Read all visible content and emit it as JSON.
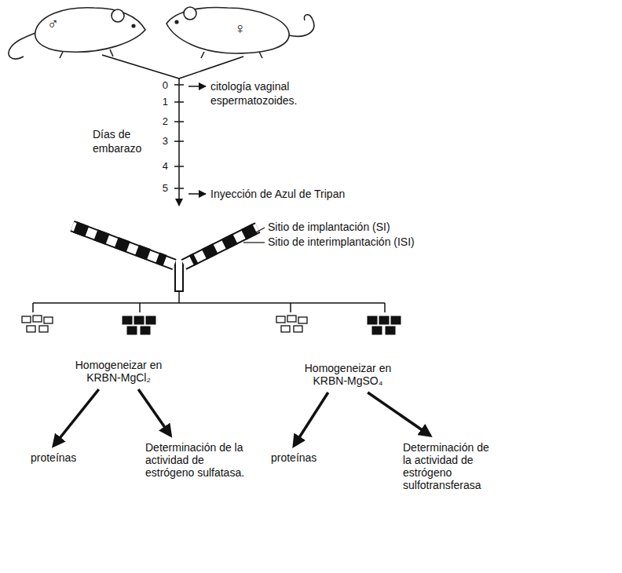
{
  "diagram": {
    "nodes": [
      {
        "text": [
          "Homogeneizar en KRBN-MgCl₂"
        ]
      },
      {
        "text": [
          "proteínas"
        ]
      },
      {
        "text": [
          "Determinación de la actividad de estrógeno sulfatasa."
        ]
      },
      {
        "text": [
          "Homogeneizar en KRBN-MgSO₄"
        ]
      },
      {
        "text": [
          "proteínas"
        ]
      },
      {
        "text": [
          "Determinación de la actividad de estrógeno sulfotransferasa"
        ]
      }
    ],
    "edges": [
      {
        "from": 0,
        "to": 1,
        "arrow": "to"
      },
      {
        "from": 0,
        "to": 2,
        "arrow": "to"
      },
      {
        "from": 3,
        "to": 4,
        "arrow": "to"
      },
      {
        "from": 3,
        "to": 5,
        "arrow": "to"
      }
    ],
    "labels": [
      "♂",
      "♀",
      "Días de embarazo",
      "0",
      "1",
      "2",
      "3",
      "4",
      "5",
      "citología vaginal espermatozoides.",
      "Inyección de Azul de Tripan",
      "Sitio de implantación (SI)",
      "Sitio de interimplantación (ISI)"
    ]
  }
}
